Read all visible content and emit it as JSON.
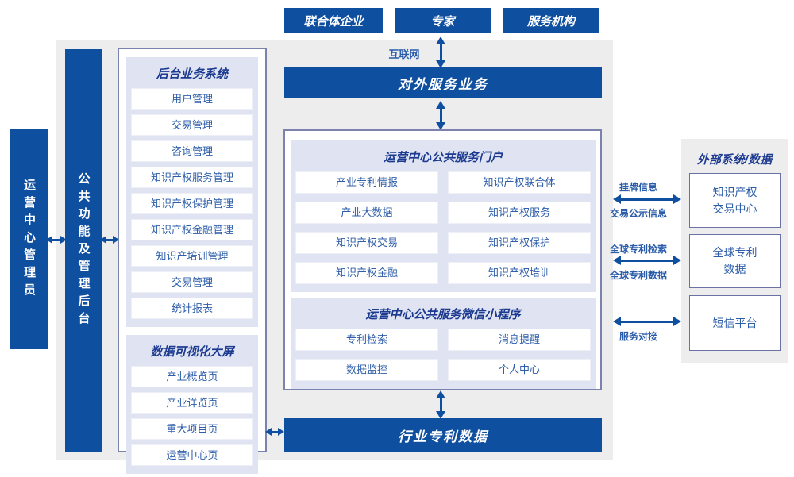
{
  "colors": {
    "primary_blue": "#0F4FA0",
    "panel_gray": "#EDEDEE",
    "section_lavender": "#DFE3F2",
    "frame_border": "#7B82AE",
    "title_navy": "#1B3A90",
    "item_text_blue": "#2E5EA9",
    "label_blue": "#2A5CAA"
  },
  "top_actors": [
    "联合体企业",
    "专家",
    "服务机构"
  ],
  "labels": {
    "internet": "互联网"
  },
  "bars": {
    "external_service": "对外服务业务",
    "industry_patent": "行业专利数据"
  },
  "left": {
    "operator": "运营中心管理员",
    "backend_bar": "公共功能及管理后台",
    "backend_system": {
      "title": "后台业务系统",
      "items": [
        "用户管理",
        "交易管理",
        "咨询管理",
        "知识产权服务管理",
        "知识产权保护管理",
        "知识产权金融管理",
        "知识产培训管理",
        "交易管理",
        "统计报表"
      ]
    },
    "dashboard": {
      "title": "数据可视化大屏",
      "items": [
        "产业概览页",
        "产业详览页",
        "重大项目页",
        "运营中心页"
      ]
    }
  },
  "center": {
    "portal": {
      "title": "运营中心公共服务门户",
      "items": [
        "产业专利情报",
        "知识产权联合体",
        "产业大数据",
        "知识产权服务",
        "知识产权交易",
        "知识产权保护",
        "知识产权金融",
        "知识产权培训"
      ]
    },
    "miniprogram": {
      "title": "运营中心公共服务微信小程序",
      "items": [
        "专利检索",
        "消息提醒",
        "数据监控",
        "个人中心"
      ]
    }
  },
  "external": {
    "title": "外部系统/数据",
    "systems": [
      "知识产权\n交易中心",
      "全球专利\n数据",
      "短信平台"
    ],
    "links": [
      {
        "top": "挂牌信息",
        "bottom": "交易公示信息"
      },
      {
        "top": "全球专利检索",
        "bottom": "全球专利数据"
      },
      {
        "top": "",
        "bottom": "服务对接"
      }
    ]
  }
}
